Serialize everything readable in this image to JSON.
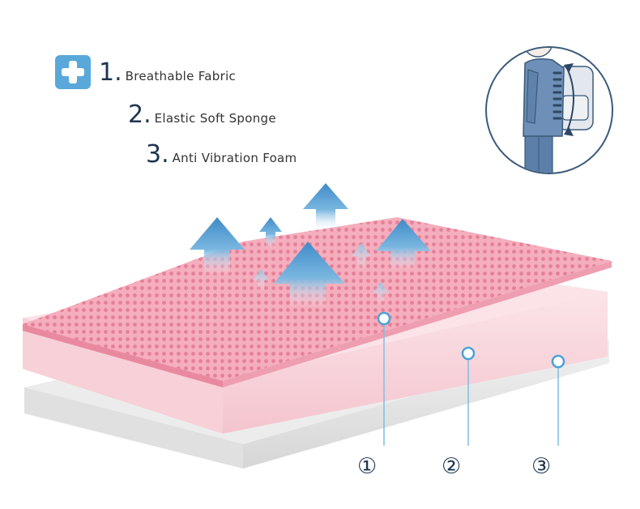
{
  "legend": [
    {
      "number": "1.",
      "label": "Breathable Fabric"
    },
    {
      "number": "2.",
      "label": "Elastic Soft Sponge"
    },
    {
      "number": "3.",
      "label": "Anti Vibration Foam"
    }
  ],
  "callouts": [
    "①",
    "②",
    "③"
  ],
  "colors": {
    "fabric": "#f2a4b4",
    "sponge": "#f9d6dd",
    "foam": "#e6e6e6",
    "arrow": "#4a90c9",
    "marker": "#55a8d6",
    "text": "#1f3550"
  },
  "icons": [
    "plus-icon",
    "boy-with-backpack-illustration",
    "upward-air-arrow-icon"
  ]
}
